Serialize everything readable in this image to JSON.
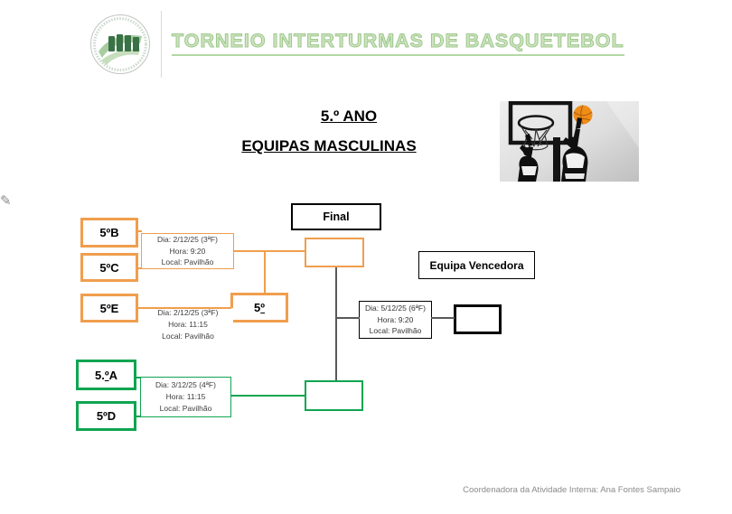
{
  "header": {
    "title": "TORNEIO INTERTURMAS DE BASQUETEBOL",
    "logo_icon": "school-crest-logo",
    "title_color": "#A9CF97"
  },
  "titles": {
    "year": "5.º ANO",
    "subtitle": "EQUIPAS MASCULINAS"
  },
  "artwork": {
    "basketball_icon": "basketball-dunk-clipart",
    "margin_icon": "pencil-edit-icon",
    "ball_color": "#EF8D18"
  },
  "bracket": {
    "final_label": "Final",
    "winner_label": "Equipa Vencedora",
    "colors": {
      "orange": "#F09E4D",
      "green": "#0FA551",
      "line_gray": "#595959"
    },
    "slots": {
      "b": {
        "pre": "5ºB",
        "ord": "",
        "post": ""
      },
      "c": {
        "pre": "5ºC",
        "ord": "",
        "post": ""
      },
      "e": {
        "pre": "5ºE",
        "ord": "",
        "post": ""
      },
      "bye": {
        "pre": "5",
        "ord": "º",
        "post": ""
      },
      "a": {
        "pre": "5.",
        "ord": "º",
        "post": "A"
      },
      "d": {
        "pre": "5ºD",
        "ord": "",
        "post": ""
      }
    },
    "matches": {
      "m1": {
        "dia": "Dia: 2/12/25 (3ªF)",
        "hora": "Hora: 9:20",
        "local": "Local: Pavilhão"
      },
      "m2": {
        "dia": "Dia: 2/12/25 (3ªF)",
        "hora": "Hora: 11:15",
        "local": "Local: Pavilhão"
      },
      "m3": {
        "dia": "Dia: 3/12/25 (4ªF)",
        "hora": "Hora: 11:15",
        "local": "Local: Pavilhão"
      },
      "final": {
        "dia": "Dia: 5/12/25 (6ªF)",
        "hora": "Hora: 9:20",
        "local": "Local: Pavilhão"
      }
    }
  },
  "footer": {
    "credit": "Coordenadora da Atividade Interna: Ana Fontes Sampaio"
  }
}
